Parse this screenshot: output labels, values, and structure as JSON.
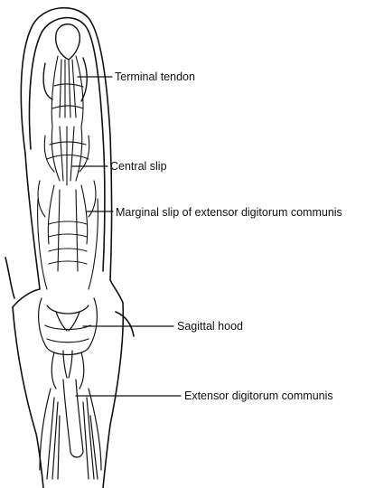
{
  "labels": {
    "terminal_tendon": "Terminal tendon",
    "central_slip": "Central slip",
    "marginal_slip": "Marginal slip of extensor digitorum communis",
    "sagittal_hood": "Sagittal hood",
    "extensor_digitorum_communis": "Extensor digitorum communis"
  },
  "colors": {
    "line": "#111111",
    "background": "#ffffff"
  }
}
